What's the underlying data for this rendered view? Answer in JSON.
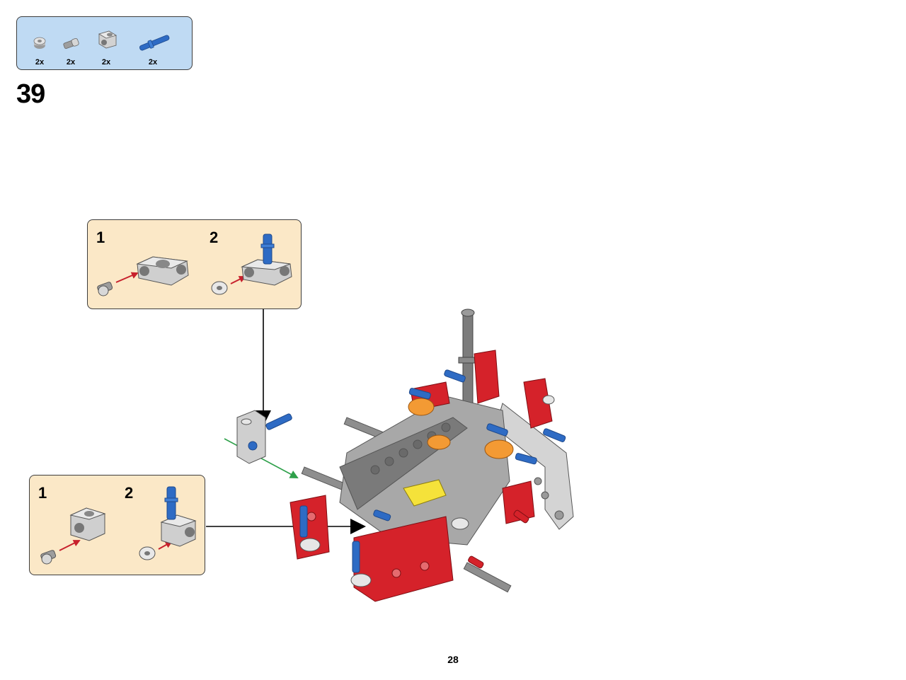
{
  "parts_list": [
    {
      "icon": "bush-icon",
      "qty": "2x"
    },
    {
      "icon": "pin-with-bush-icon",
      "qty": "2x"
    },
    {
      "icon": "axle-pin-connector-icon",
      "qty": "2x"
    },
    {
      "icon": "long-axle-pin-icon",
      "qty": "2x"
    }
  ],
  "step_number": "39",
  "subassembly_top": {
    "steps": [
      "1",
      "2"
    ]
  },
  "subassembly_bottom": {
    "steps": [
      "1",
      "2"
    ]
  },
  "page_number": "28",
  "colors": {
    "parts_box_bg": "#bfdaf3",
    "subassembly_bg": "#fbe8c7",
    "technic_red": "#d5222a",
    "technic_blue": "#2e6bc4",
    "light_gray": "#c8c8c8",
    "dark_gray": "#6f6f6f",
    "orange": "#f39a34",
    "yellow": "#f5e23a",
    "insert_arrow": "#c7202c",
    "guide_arrow": "#2ea04a"
  }
}
